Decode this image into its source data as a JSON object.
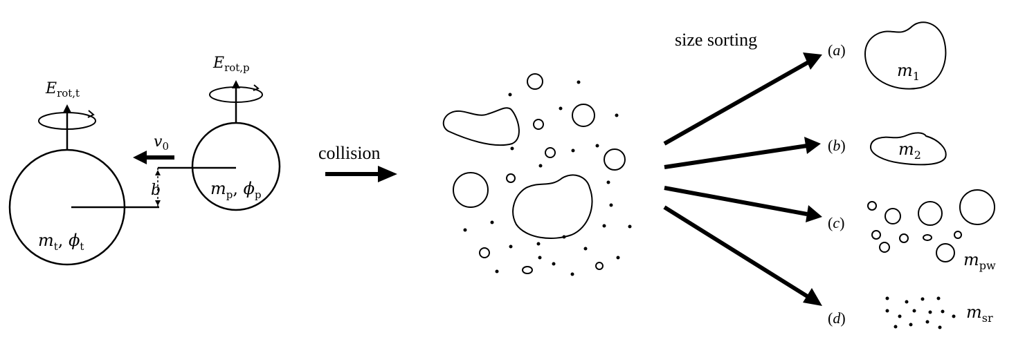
{
  "diagram": {
    "target": {
      "energy_label_main": "E",
      "energy_label_sub": "rot,t",
      "mass_label": "m",
      "mass_sub": "t",
      "phi_label": "ϕ",
      "phi_sub": "t"
    },
    "projectile": {
      "energy_label_main": "E",
      "energy_label_sub": "rot,p",
      "mass_label": "m",
      "mass_sub": "p",
      "phi_label": "ϕ",
      "phi_sub": "p"
    },
    "velocity_main": "v",
    "velocity_sub": "0",
    "impact_param": "b",
    "collision_label": "collision",
    "sorting_label": "size sorting",
    "outcomes": [
      {
        "letter": "a",
        "mass_main": "m",
        "mass_sub": "1"
      },
      {
        "letter": "b",
        "mass_main": "m",
        "mass_sub": "2"
      },
      {
        "letter": "c",
        "mass_main": "m",
        "mass_sub": "pw"
      },
      {
        "letter": "d",
        "mass_main": "m",
        "mass_sub": "sr"
      }
    ],
    "colors": {
      "ink": "#000000",
      "background": "#ffffff"
    }
  }
}
